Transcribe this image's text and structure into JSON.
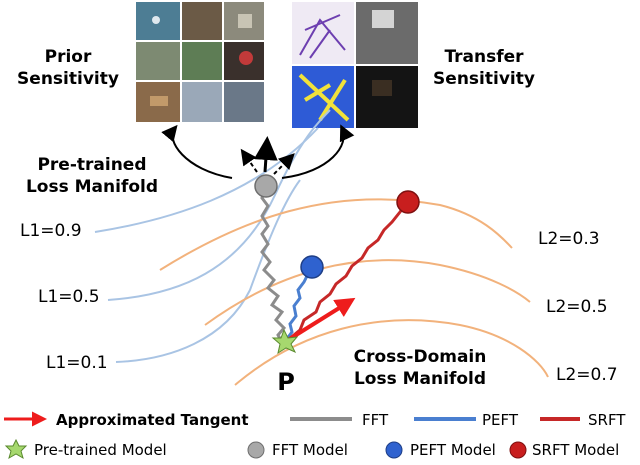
{
  "prior_sensitivity": {
    "line1": "Prior",
    "line2": "Sensitivity"
  },
  "transfer_sensitivity": {
    "line1": "Transfer",
    "line2": "Sensitivity"
  },
  "pretrained_manifold": {
    "line1": "Pre-trained",
    "line2": "Loss Manifold"
  },
  "cross_domain_manifold": {
    "line1": "Cross-Domain",
    "line2": "Loss Manifold"
  },
  "l1_contours": [
    "L1=0.9",
    "L1=0.5",
    "L1=0.1"
  ],
  "l2_contours": [
    "L2=0.3",
    "L2=0.5",
    "L2=0.7"
  ],
  "origin_label": "P",
  "legend": {
    "tangent": "Approximated Tangent",
    "fft": "FFT",
    "peft": "PEFT",
    "srft": "SRFT",
    "pretrained_model": "Pre-trained  Model",
    "fft_model": "FFT Model",
    "peft_model": "PEFT Model",
    "srft_model": "SRFT Model"
  },
  "colors": {
    "blue_contour": "#a9c4e4",
    "orange_contour": "#f2b27c",
    "tangent": "#ee1c1c",
    "fft": "#8c8c8c",
    "peft": "#4a7fd0",
    "srft": "#c62828",
    "pretrained_star": "#a6d86e",
    "fft_model": "#a8a8a8",
    "peft_model": "#2f62cf",
    "srft_model": "#c81e1e"
  }
}
